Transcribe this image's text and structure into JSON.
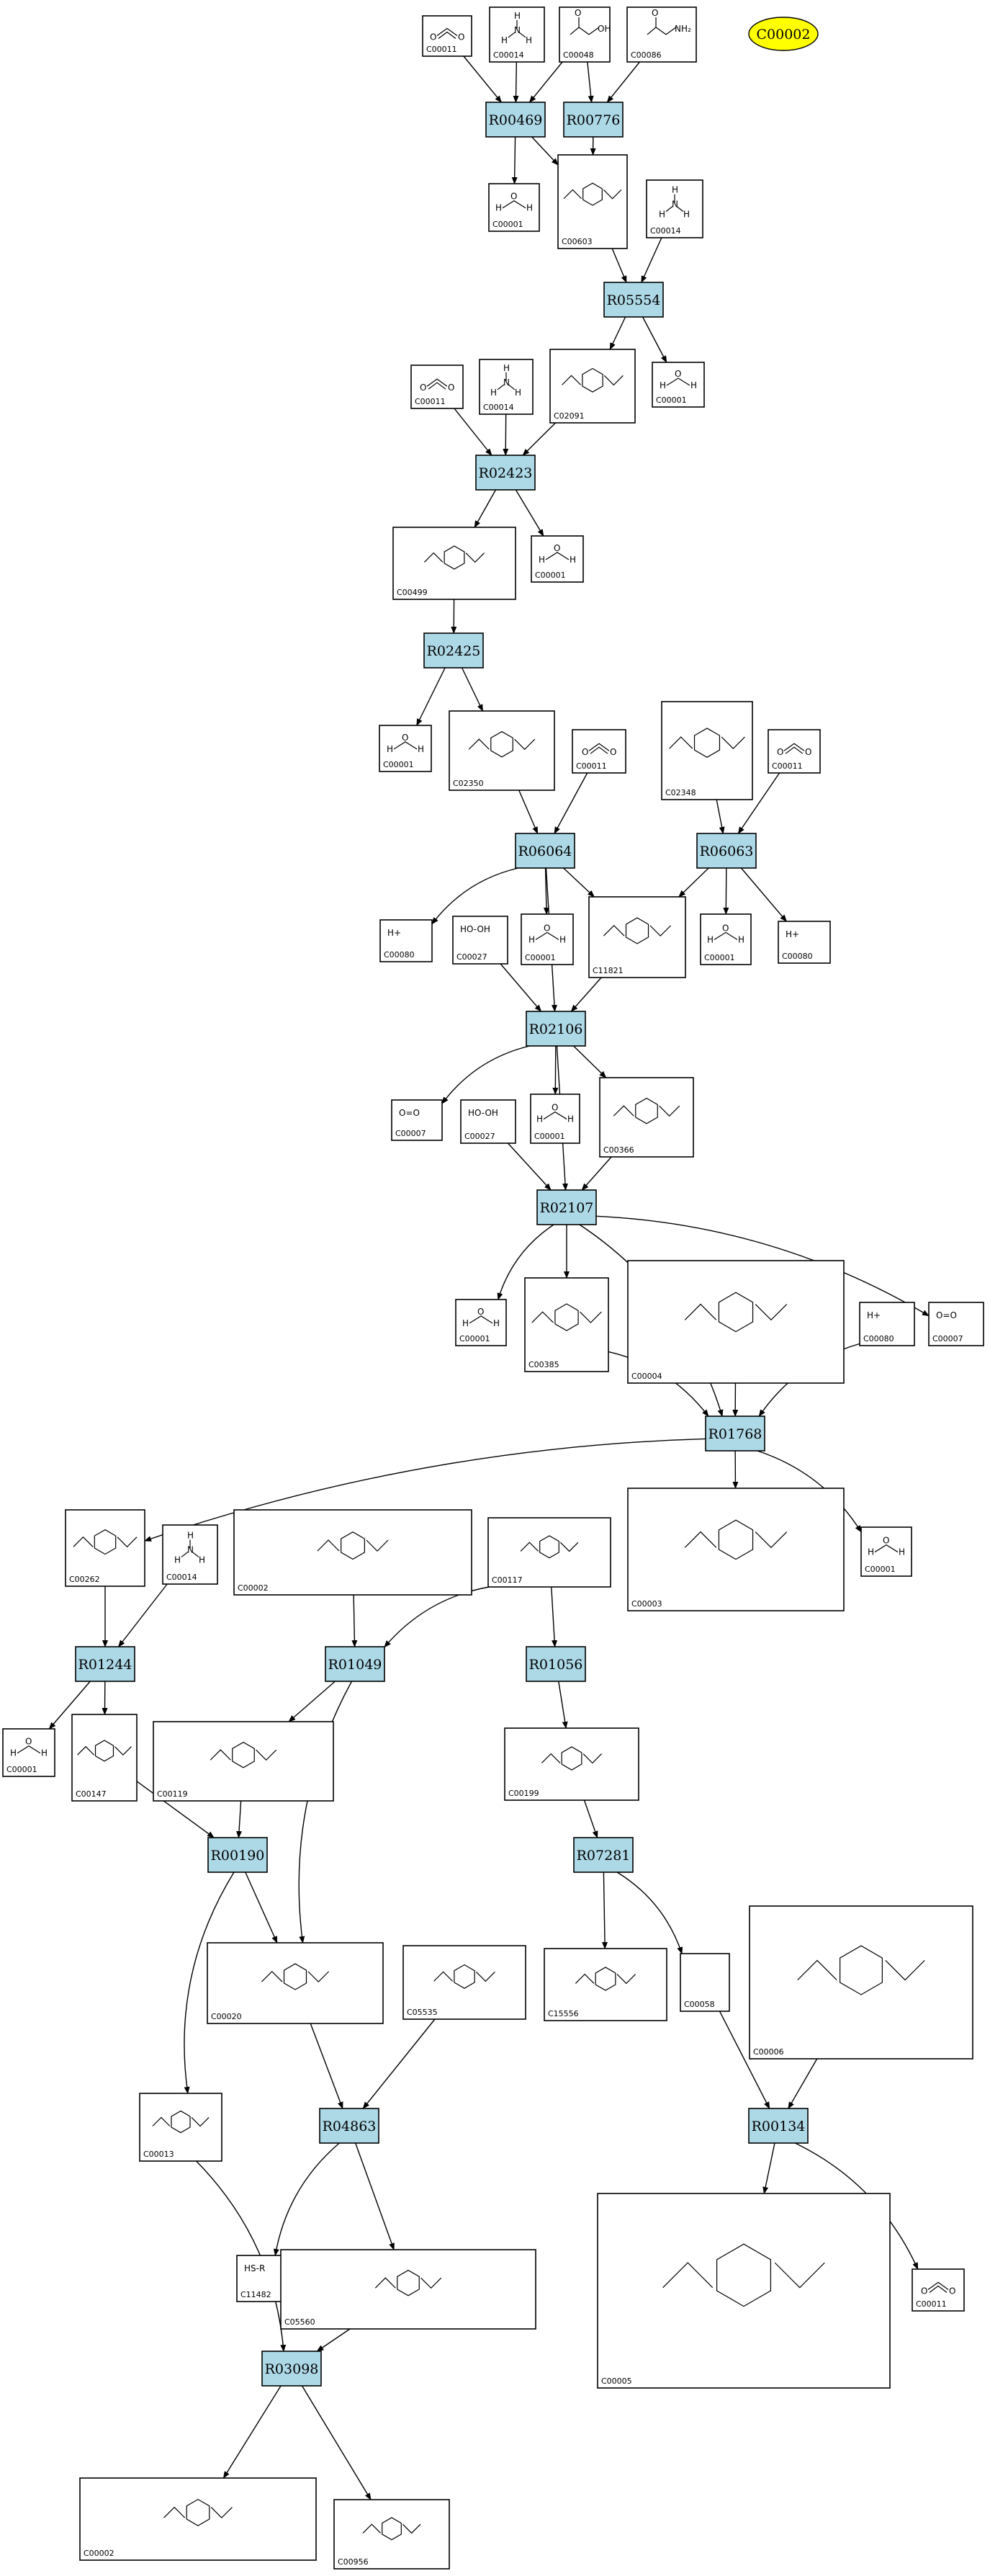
{
  "target": {
    "id": "C00002"
  },
  "reactions": [
    {
      "id": "R00469"
    },
    {
      "id": "R00776"
    },
    {
      "id": "R05554"
    },
    {
      "id": "R02423"
    },
    {
      "id": "R02425"
    },
    {
      "id": "R06064"
    },
    {
      "id": "R06063"
    },
    {
      "id": "R02106"
    },
    {
      "id": "R02107"
    },
    {
      "id": "R01768"
    },
    {
      "id": "R01244"
    },
    {
      "id": "R01049"
    },
    {
      "id": "R01056"
    },
    {
      "id": "R00190"
    },
    {
      "id": "R07281"
    },
    {
      "id": "R04863"
    },
    {
      "id": "R00134"
    },
    {
      "id": "R03098"
    }
  ],
  "compounds": [
    {
      "id": "C00011",
      "formula": "O=C=O"
    },
    {
      "id": "C00014",
      "formula": "NH3"
    },
    {
      "id": "C00048",
      "formula": "OHC-COOH"
    },
    {
      "id": "C00086",
      "formula": "H2N-CO-NH2"
    },
    {
      "id": "C00001",
      "formula": "H2O"
    },
    {
      "id": "C00603",
      "formula": ""
    },
    {
      "id": "C00014",
      "formula": "NH3"
    },
    {
      "id": "C00001",
      "formula": "H2O"
    },
    {
      "id": "C00011",
      "formula": "O=C=O"
    },
    {
      "id": "C00014",
      "formula": "NH3"
    },
    {
      "id": "C02091",
      "formula": ""
    },
    {
      "id": "C00499",
      "formula": ""
    },
    {
      "id": "C00001",
      "formula": "H2O"
    },
    {
      "id": "C00001",
      "formula": "H2O"
    },
    {
      "id": "C02350",
      "formula": ""
    },
    {
      "id": "C00011",
      "formula": "O=C=O"
    },
    {
      "id": "C02348",
      "formula": ""
    },
    {
      "id": "C00011",
      "formula": "O=C=O"
    },
    {
      "id": "C00080",
      "formula": "H+"
    },
    {
      "id": "C00027",
      "formula": "HO-OH"
    },
    {
      "id": "C00001",
      "formula": "H2O"
    },
    {
      "id": "C11821",
      "formula": ""
    },
    {
      "id": "C00001",
      "formula": "H2O"
    },
    {
      "id": "C00080",
      "formula": "H+"
    },
    {
      "id": "C00007",
      "formula": "O=O"
    },
    {
      "id": "C00027",
      "formula": "HO-OH"
    },
    {
      "id": "C00001",
      "formula": "H2O"
    },
    {
      "id": "C00366",
      "formula": ""
    },
    {
      "id": "C00001",
      "formula": "H2O"
    },
    {
      "id": "C00385",
      "formula": ""
    },
    {
      "id": "C00004",
      "formula": ""
    },
    {
      "id": "C00080",
      "formula": "H+"
    },
    {
      "id": "C00007",
      "formula": "O=O"
    },
    {
      "id": "C00262",
      "formula": ""
    },
    {
      "id": "C00014",
      "formula": "NH3"
    },
    {
      "id": "C00002",
      "formula": ""
    },
    {
      "id": "C00117",
      "formula": ""
    },
    {
      "id": "C00003",
      "formula": ""
    },
    {
      "id": "C00001",
      "formula": "H2O"
    },
    {
      "id": "C00001",
      "formula": "H2O"
    },
    {
      "id": "C00147",
      "formula": ""
    },
    {
      "id": "C00119",
      "formula": ""
    },
    {
      "id": "C00199",
      "formula": ""
    },
    {
      "id": "C00020",
      "formula": ""
    },
    {
      "id": "C05535",
      "formula": ""
    },
    {
      "id": "C15556",
      "formula": ""
    },
    {
      "id": "C00058",
      "formula": ""
    },
    {
      "id": "C00006",
      "formula": ""
    },
    {
      "id": "C00013",
      "formula": ""
    },
    {
      "id": "C11482",
      "formula": "HS-R"
    },
    {
      "id": "C05560",
      "formula": ""
    },
    {
      "id": "C00005",
      "formula": ""
    },
    {
      "id": "C00011",
      "formula": "O=C=O"
    },
    {
      "id": "C00002",
      "formula": ""
    },
    {
      "id": "C00956",
      "formula": ""
    }
  ]
}
